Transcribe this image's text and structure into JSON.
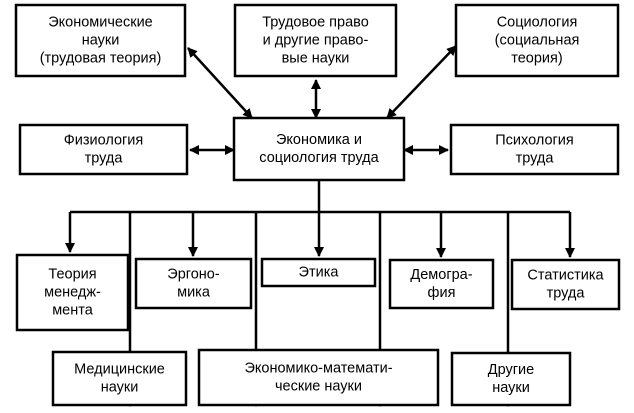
{
  "nodes": [
    {
      "id": "economics",
      "name": "node-economics",
      "lines": [
        "Экономические",
        "науки",
        "(трудовая теория)"
      ]
    },
    {
      "id": "labor_law",
      "name": "node-labor-law",
      "lines": [
        "Трудовое право",
        "и другие право-",
        "вые науки"
      ]
    },
    {
      "id": "sociology",
      "name": "node-sociology",
      "lines": [
        "Социология",
        "(социальная",
        "теория)"
      ]
    },
    {
      "id": "physiology",
      "name": "node-physiology",
      "lines": [
        "Физиология",
        "труда"
      ]
    },
    {
      "id": "center",
      "name": "node-economics-sociology-of-labor",
      "lines": [
        "Экономика и",
        "социология труда"
      ]
    },
    {
      "id": "psychology",
      "name": "node-psychology",
      "lines": [
        "Психология",
        "труда"
      ]
    },
    {
      "id": "management",
      "name": "node-management-theory",
      "lines": [
        "Теория",
        "менедж-",
        "мента"
      ]
    },
    {
      "id": "ergonomics",
      "name": "node-ergonomics",
      "lines": [
        "Эргоно-",
        "мика"
      ]
    },
    {
      "id": "ethics",
      "name": "node-ethics",
      "lines": [
        "Этика"
      ]
    },
    {
      "id": "demography",
      "name": "node-demography",
      "lines": [
        "Демогра-",
        "фия"
      ]
    },
    {
      "id": "statistics",
      "name": "node-labor-statistics",
      "lines": [
        "Статистика",
        "труда"
      ]
    },
    {
      "id": "medical",
      "name": "node-medical-sciences",
      "lines": [
        "Медицинские",
        "науки"
      ]
    },
    {
      "id": "econ_math",
      "name": "node-economic-mathematical-sciences",
      "lines": [
        "Экономико-математи-",
        "ческие науки"
      ]
    },
    {
      "id": "other",
      "name": "node-other-sciences",
      "lines": [
        "Другие",
        "науки"
      ]
    }
  ]
}
